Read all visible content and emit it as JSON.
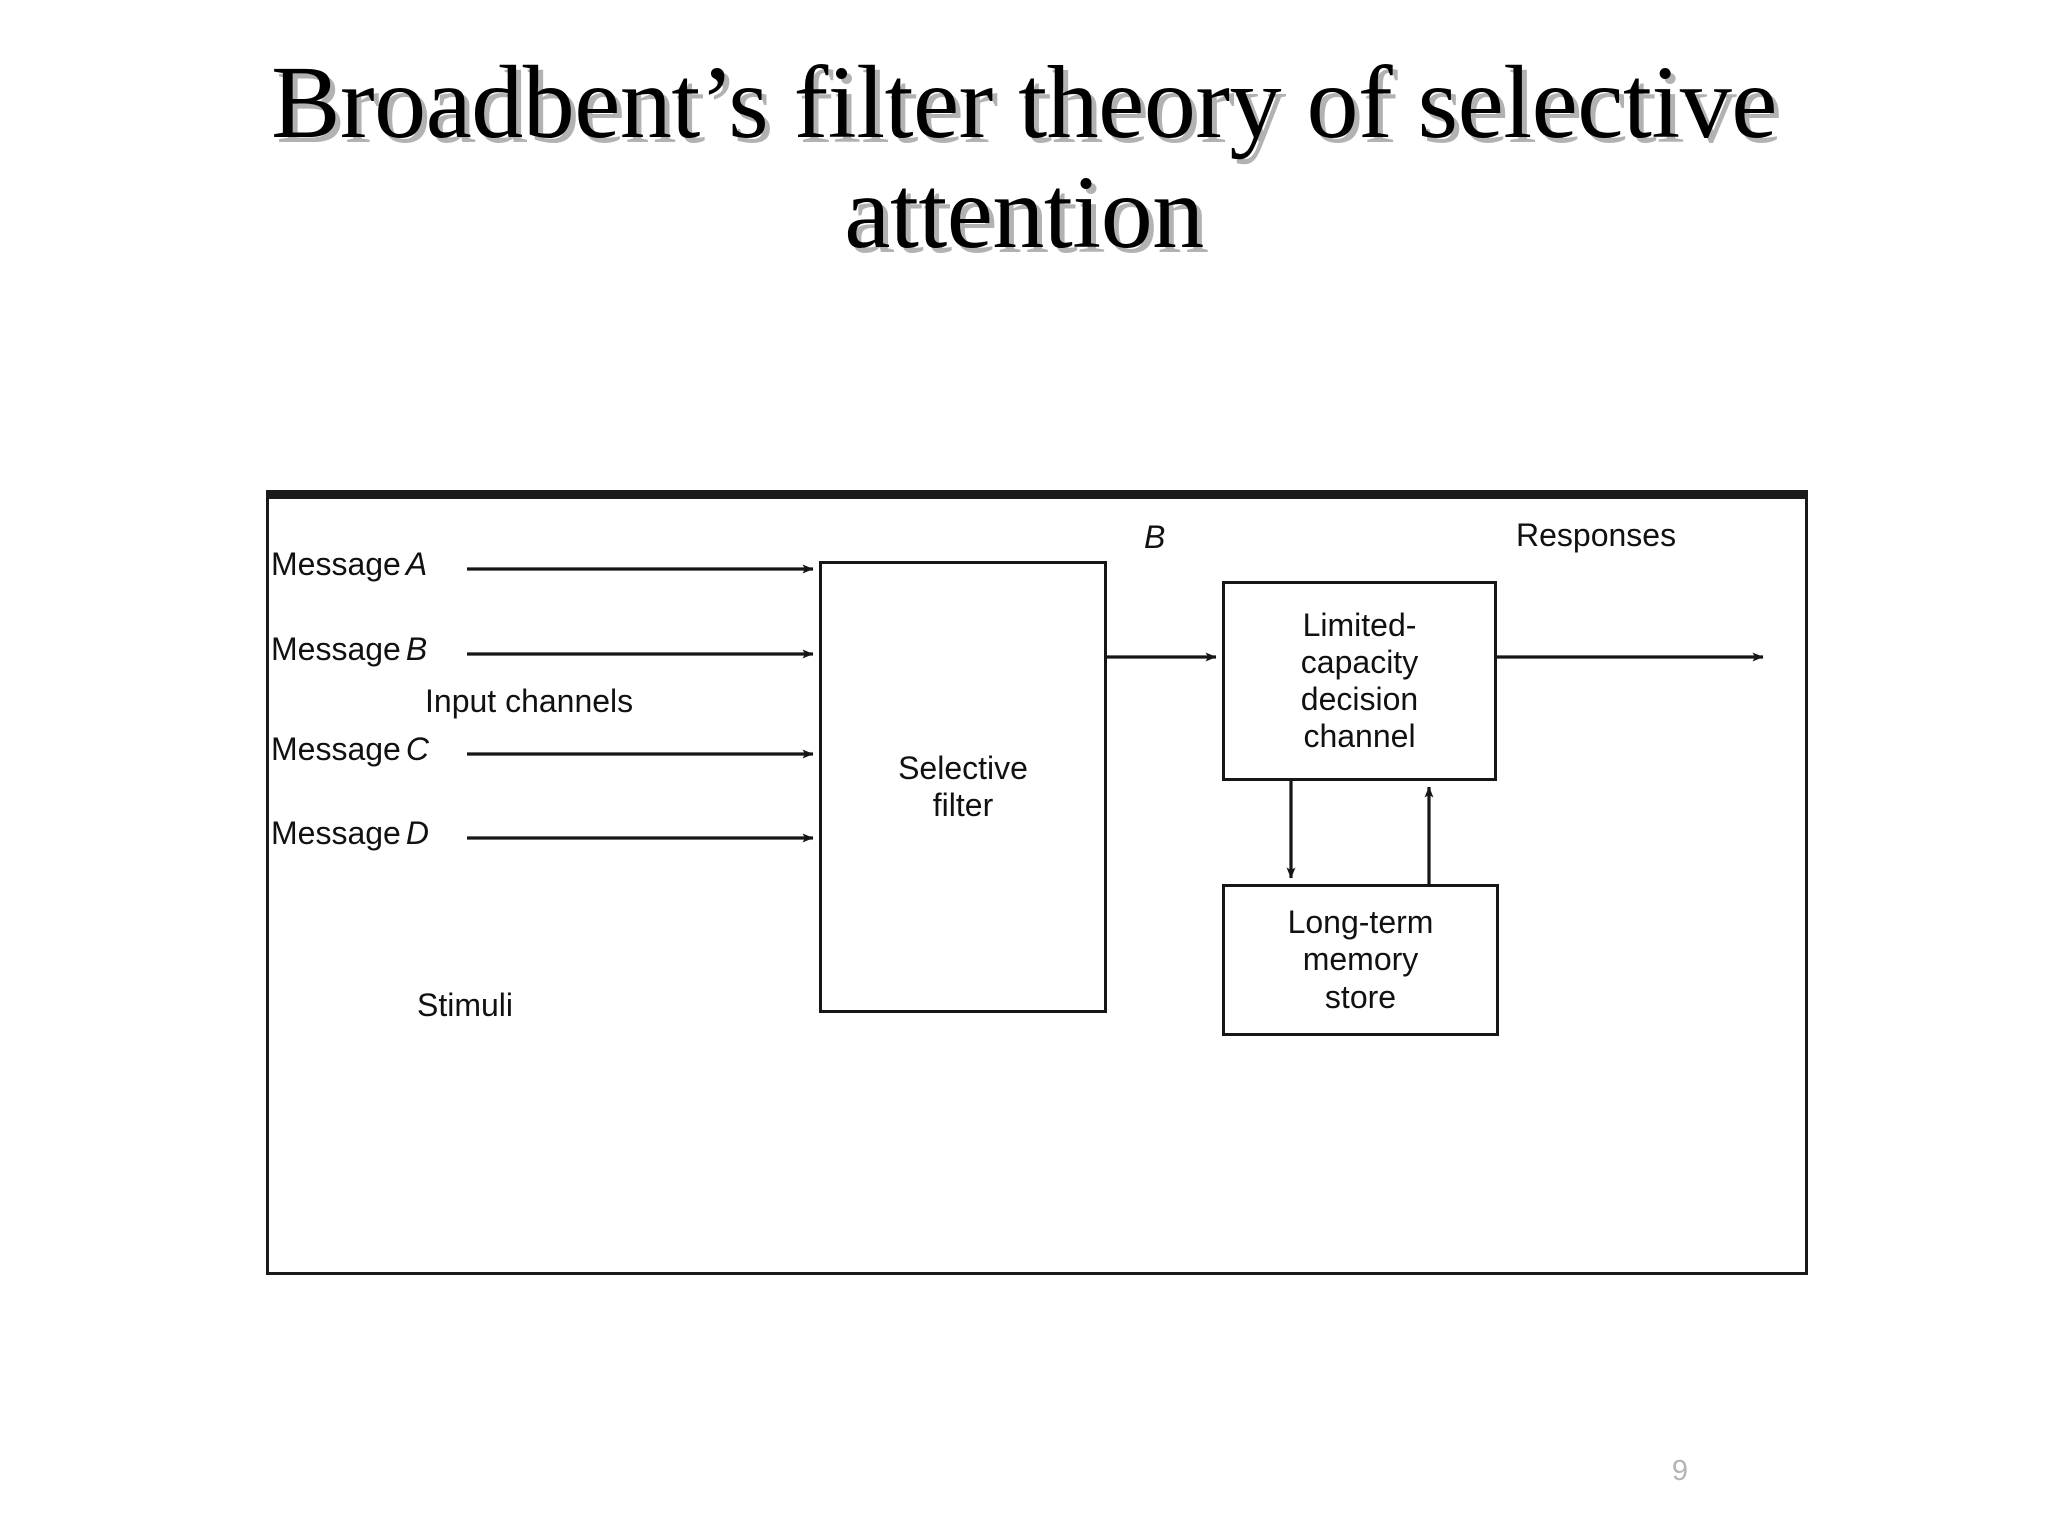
{
  "slide": {
    "title": "Broadbent’s filter theory of selective attention",
    "number": "9"
  },
  "figure": {
    "boxes": {
      "selective_filter": "Selective\nfilter",
      "decision_channel": "Limited-\ncapacity\ndecision\nchannel",
      "memory_store": "Long-term\nmemory\nstore"
    },
    "labels": {
      "message_a_text": "Message",
      "message_a_letter": "A",
      "message_b_text": "Message",
      "message_b_letter": "B",
      "message_c_text": "Message",
      "message_c_letter": "C",
      "message_d_text": "Message",
      "message_d_letter": "D",
      "input_channels": "Input  channels",
      "stimuli": "Stimuli",
      "filtered_channel": "B",
      "responses": "Responses"
    },
    "colors": {
      "line": "#161616",
      "frame": "#1a1a1a",
      "text": "#111111",
      "background": "#ffffff",
      "slide_number": "#b4b4b4"
    }
  },
  "diagram_data": {
    "type": "flow-diagram",
    "nodes": [
      {
        "id": "selective_filter",
        "label": "Selective filter"
      },
      {
        "id": "decision_channel",
        "label": "Limited-capacity decision channel"
      },
      {
        "id": "memory_store",
        "label": "Long-term memory store"
      }
    ],
    "inputs": [
      "Message A",
      "Message B",
      "Message C",
      "Message D"
    ],
    "edges": [
      {
        "from": "Message A",
        "to": "selective_filter",
        "label": "Input channels"
      },
      {
        "from": "Message B",
        "to": "selective_filter",
        "label": "Input channels"
      },
      {
        "from": "Message C",
        "to": "selective_filter",
        "label": "Input channels"
      },
      {
        "from": "Message D",
        "to": "selective_filter",
        "label": "Input channels"
      },
      {
        "from": "selective_filter",
        "to": "decision_channel",
        "label": "B"
      },
      {
        "from": "decision_channel",
        "to": "memory_store",
        "label": ""
      },
      {
        "from": "memory_store",
        "to": "decision_channel",
        "label": ""
      },
      {
        "from": "decision_channel",
        "to": "output",
        "label": "Responses"
      }
    ]
  }
}
